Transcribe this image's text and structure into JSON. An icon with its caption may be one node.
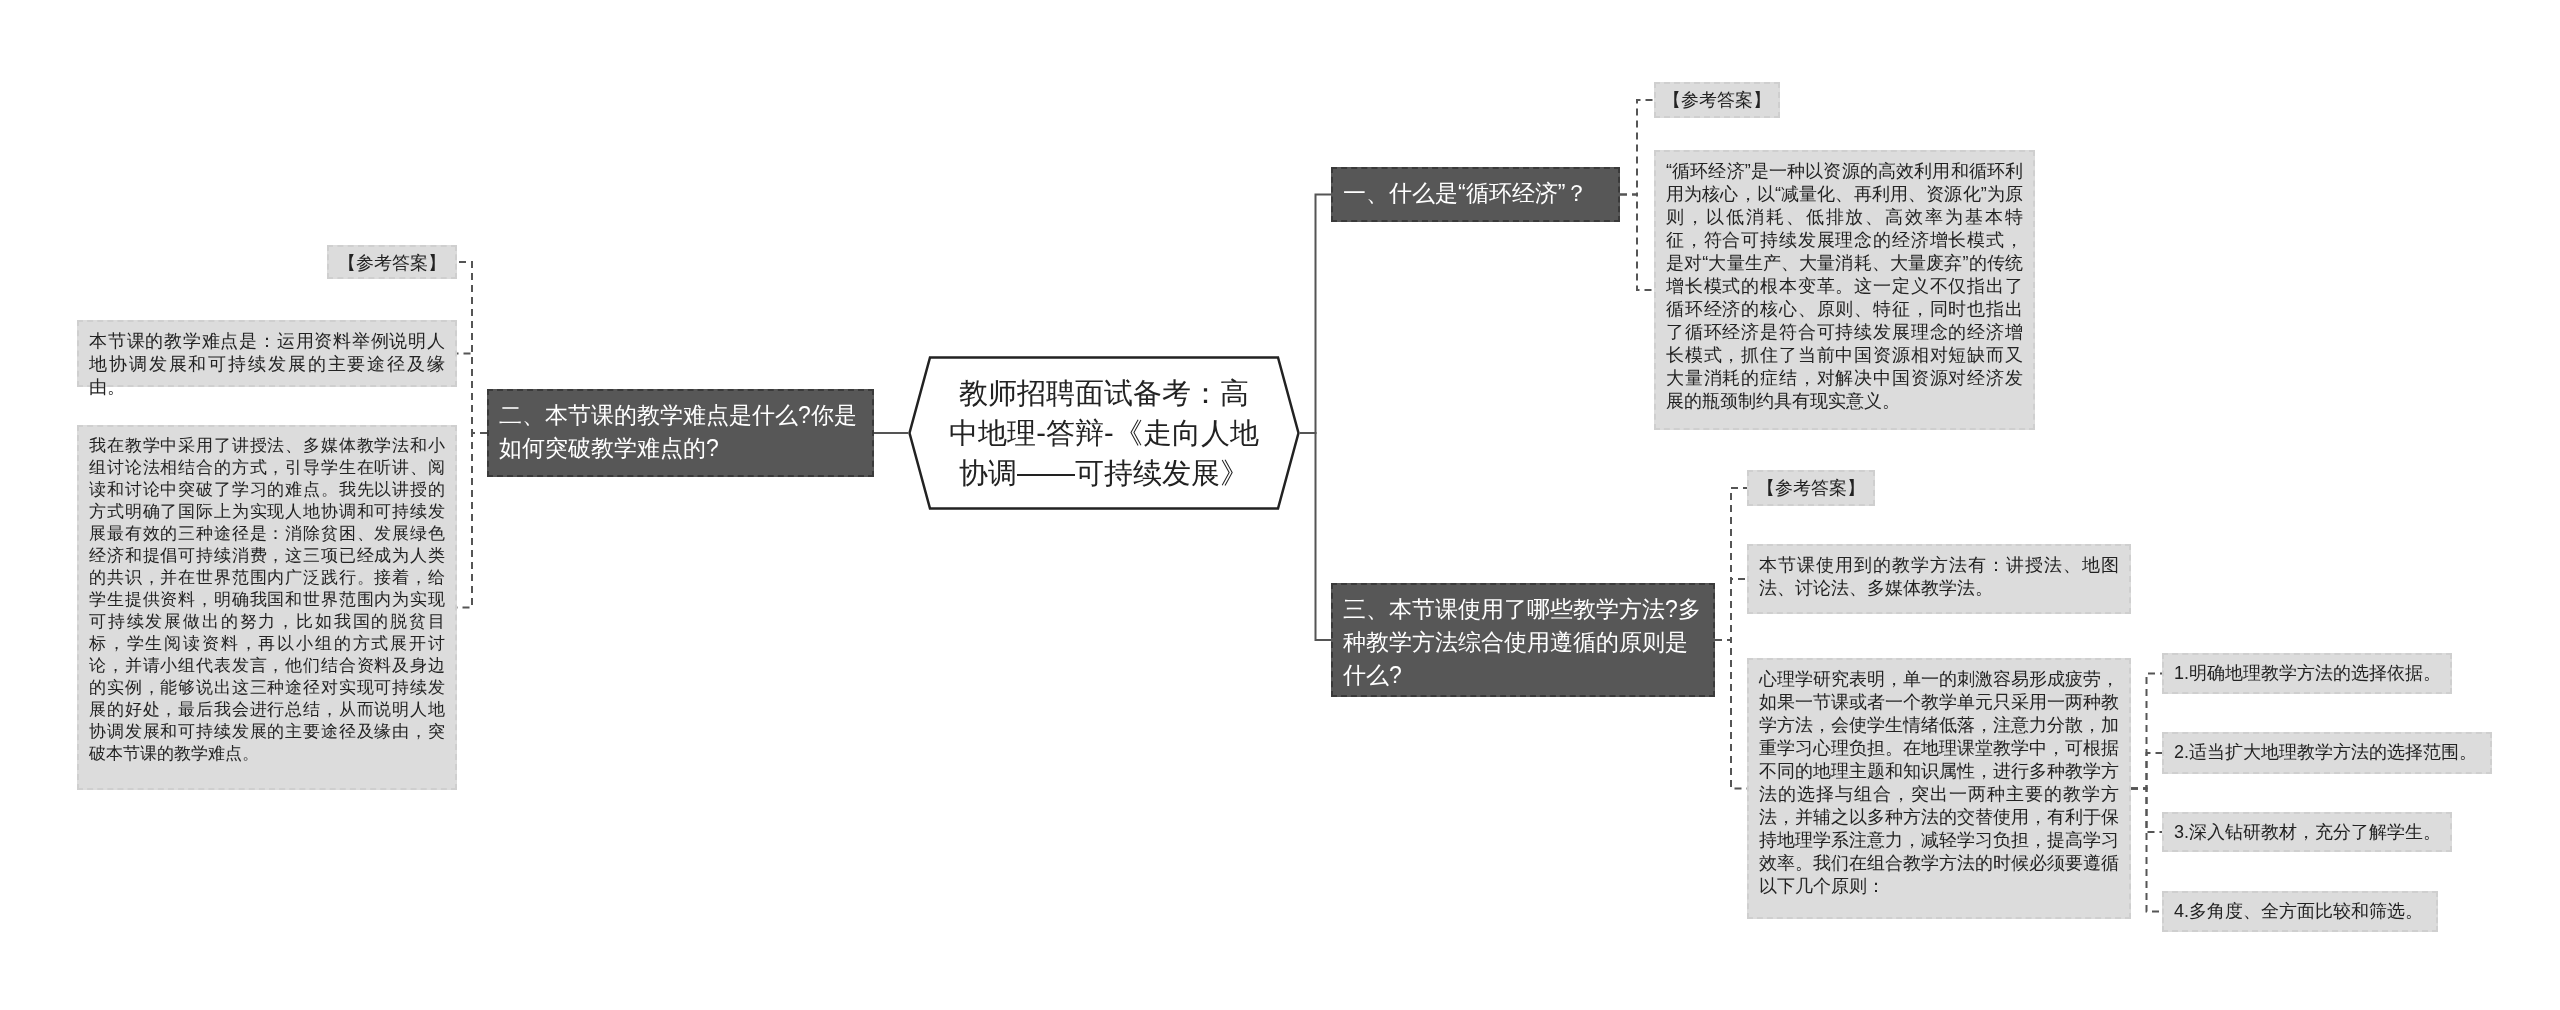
{
  "diagram": {
    "nodes": [
      {
        "text": [
          "教师招聘面试备考：高中地理-答辩-《走向人地协调——可持续发展》"
        ]
      },
      {
        "text": [
          "一、什么是“循环经济”？"
        ]
      },
      {
        "text": [
          "【参考答案】"
        ]
      },
      {
        "text": [
          "“循环经济”是一种以资源的高效利用和循环利用为核心，以“减量化、再利用、资源化”为原则，以低消耗、低排放、高效率为基本特征，符合可持续发展理念的经济增长模式，是对“大量生产、大量消耗、大量废弃”的传统增长模式的根本变革。这一定义不仅指出了循环经济的核心、原则、特征，同时也指出了循环经济是符合可持续发展理念的经济增长模式，抓住了当前中国资源相对短缺而又大量消耗的症结，对解决中国资源对经济发展的瓶颈制约具有现实意义。"
        ]
      },
      {
        "text": [
          "二、本节课的教学难点是什么?你是如何突破教学难点的?"
        ]
      },
      {
        "text": [
          "【参考答案】"
        ]
      },
      {
        "text": [
          "本节课的教学难点是：运用资料举例说明人地协调发展和可持续发展的主要途径及缘由。"
        ]
      },
      {
        "text": [
          "我在教学中采用了讲授法、多媒体教学法和小组讨论法相结合的方式，引导学生在听讲、阅读和讨论中突破了学习的难点。我先以讲授的方式明确了国际上为实现人地协调和可持续发展最有效的三种途径是：消除贫困、发展绿色经济和提倡可持续消费，这三项已经成为人类的共识，并在世界范围内广泛践行。接着，给学生提供资料，明确我国和世界范围内为实现可持续发展做出的努力，比如我国的脱贫目标，学生阅读资料，再以小组的方式展开讨论，并请小组代表发言，他们结合资料及身边的实例，能够说出这三种途径对实现可持续发展的好处，最后我会进行总结，从而说明人地协调发展和可持续发展的主要途径及缘由，突破本节课的教学难点。"
        ]
      },
      {
        "text": [
          "三、本节课使用了哪些教学方法?多种教学方法综合使用遵循的原则是什么?"
        ]
      },
      {
        "text": [
          "【参考答案】"
        ]
      },
      {
        "text": [
          "本节课使用到的教学方法有：讲授法、地图法、讨论法、多媒体教学法。"
        ]
      },
      {
        "text": [
          "心理学研究表明，单一的刺激容易形成疲劳，如果一节课或者一个教学单元只采用一两种教学方法，会使学生情绪低落，注意力分散，加重学习心理负担。在地理课堂教学中，可根据不同的地理主题和知识属性，进行多种教学方法的选择与组合，突出一两种主要的教学方法，并辅之以多种方法的交替使用，有利于保持地理学系注意力，减轻学习负担，提高学习效率。我们在组合教学方法的时候必须要遵循以下几个原则："
        ]
      },
      {
        "text": [
          "1.明确地理教学方法的选择依据。"
        ]
      },
      {
        "text": [
          "2.适当扩大地理教学方法的选择范围。"
        ]
      },
      {
        "text": [
          "3.深入钻研教材，充分了解学生。"
        ]
      },
      {
        "text": [
          "4.多角度、全方面比较和筛选。"
        ]
      }
    ],
    "edges": [
      {
        "from": 0,
        "to": 1,
        "arrow": "none"
      },
      {
        "from": 1,
        "to": 2,
        "arrow": "none",
        "style": "dashed"
      },
      {
        "from": 1,
        "to": 3,
        "arrow": "none",
        "style": "dashed"
      },
      {
        "from": 0,
        "to": 4,
        "arrow": "none"
      },
      {
        "from": 4,
        "to": 5,
        "arrow": "none",
        "style": "dashed"
      },
      {
        "from": 4,
        "to": 6,
        "arrow": "none",
        "style": "dashed"
      },
      {
        "from": 4,
        "to": 7,
        "arrow": "none",
        "style": "dashed"
      },
      {
        "from": 0,
        "to": 8,
        "arrow": "none"
      },
      {
        "from": 8,
        "to": 9,
        "arrow": "none",
        "style": "dashed"
      },
      {
        "from": 8,
        "to": 10,
        "arrow": "none",
        "style": "dashed"
      },
      {
        "from": 8,
        "to": 11,
        "arrow": "none",
        "style": "dashed"
      },
      {
        "from": 11,
        "to": 12,
        "arrow": "none",
        "style": "dashed"
      },
      {
        "from": 11,
        "to": 13,
        "arrow": "none",
        "style": "dashed"
      },
      {
        "from": 11,
        "to": 14,
        "arrow": "none",
        "style": "dashed"
      },
      {
        "from": 11,
        "to": 15,
        "arrow": "none",
        "style": "dashed"
      }
    ]
  }
}
